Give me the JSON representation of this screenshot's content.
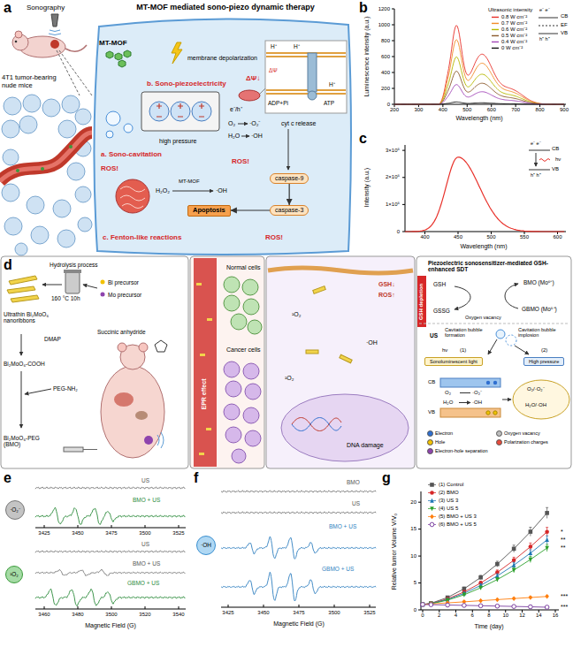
{
  "diagram": {
    "nodes": [
      {
        "text": [
          "caspase-9"
        ]
      },
      {
        "text": [
          "caspase-3"
        ]
      },
      {
        "text": [
          "Apoptosis"
        ]
      },
      {
        "text": [
          "Sonoluminescent light"
        ]
      },
      {
        "text": [
          "High pressure"
        ]
      },
      {
        "text": [
          "·O₂⁻"
        ]
      },
      {
        "text": [
          "¹O₂"
        ]
      },
      {
        "text": [
          "·OH"
        ]
      }
    ],
    "edges": [
      {
        "from": 0,
        "to": 1,
        "arrow": "to"
      },
      {
        "from": 1,
        "to": 2,
        "arrow": "to"
      }
    ],
    "labels": [
      "a",
      "Sonography",
      "4T1 tumor-bearing nude mice",
      "MT-MOF",
      "MT-MOF mediated sono-piezo dynamic therapy",
      "membrane depolarization",
      "b. Sono-piezoelectricity",
      "ΔΨ↓",
      "H⁺",
      "H⁺",
      "ΔΨ",
      "H⁺",
      "ADP+Pi",
      "ATP",
      "e⁻/h⁺",
      "O₂",
      "·O₂⁻",
      "H₂O",
      "·OH",
      "cyt c release",
      "high pressure",
      "a. Sono-cavitation",
      "ROS!",
      "ROS!",
      "H₂O₂",
      "MT-MOF",
      "·OH",
      "c. Fenton-like reactions",
      "ROS!",
      "b",
      "Luminescence intensity (a.u.)",
      "0",
      "200",
      "400",
      "600",
      "800",
      "1000",
      "1200",
      "200",
      "300",
      "400",
      "500",
      "600",
      "700",
      "800",
      "900",
      "Wavelength (nm)",
      "Ultrasonic intensity",
      "CB",
      "EF",
      "VB",
      "e⁻ e⁻",
      "h⁺ h⁺",
      "c",
      "Intensity (a.u.)",
      "0",
      "1×10⁵",
      "2×10⁵",
      "3×10⁵",
      "400",
      "450",
      "500",
      "550",
      "600",
      "Wavelength (nm)",
      "CB",
      "VB",
      "e⁻ e⁻",
      "h⁺ h⁺",
      "hν",
      "d",
      "Hydrolysis process",
      "160 °C 10h",
      "Bi precursor",
      "Mo precursor",
      "Ultrathin Bi₂MoO₆ nanoribbons",
      "DMAP",
      "Succinic anhydride",
      "Bi₂MoO₆-COOH",
      "PEG-NH₂",
      "Bi₂MoO₆-PEG (BMO)",
      "EPR effect",
      "Normal cells",
      "Cancer cells",
      "GSH↓",
      "ROS↑",
      "¹O₂",
      "·OH",
      "¹O₂",
      "DNA damage",
      "Piezoelectric sonosensitizer-mediated GSH-enhanced SDT",
      "GSH depletion",
      "GSH",
      "GSSG",
      "BMO (Mo⁶⁺)",
      "GBMO (Mo⁵⁺)",
      "Oxygen vacancy",
      "US",
      "Cavitation bubble formation",
      "Cavitation bubble implosion",
      "(1)",
      "(2)",
      "hν",
      "CB",
      "VB",
      "O₂",
      "·O₂⁻",
      "H₂O",
      "·OH",
      "O₂/·O₂⁻",
      "H₂O/·OH",
      "e",
      "US",
      "BMO + US",
      "3425",
      "3450",
      "3475",
      "3500",
      "3525",
      "US",
      "BMO + US",
      "GBMO + US",
      "3460",
      "3480",
      "3500",
      "3520",
      "3540",
      "Magnetic Field (G)",
      "f",
      "BMO",
      "US",
      "BMO + US",
      "GBMO + US",
      "3425",
      "3450",
      "3475",
      "3500",
      "3525",
      "Magnetic Field (G)",
      "g",
      "Relative tumor Volume V/V₀",
      "0",
      "5",
      "10",
      "15",
      "20",
      "0",
      "2",
      "4",
      "6",
      "8",
      "10",
      "12",
      "14",
      "16",
      "Time (day)",
      "*",
      "**",
      "**",
      "***",
      "***"
    ],
    "legend": [
      {
        "text": "0.8 W cm⁻²"
      },
      {
        "text": "0.7 W cm⁻²"
      },
      {
        "text": "0.6 W cm⁻²"
      },
      {
        "text": "0.5 W cm⁻²"
      },
      {
        "text": "0.4 W cm⁻²"
      },
      {
        "text": "0 W cm⁻²"
      },
      {
        "text": "Electron",
        "color": "#2f6fd0"
      },
      {
        "text": "Hole",
        "color": "#f2c200"
      },
      {
        "text": "Electron-hole separation",
        "color": "#8e44ad"
      },
      {
        "text": "Oxygen vacancy",
        "color": "#bdbdbd"
      },
      {
        "text": "Polarization charges",
        "color": "#e74c3c"
      },
      {
        "text": "(1) Control"
      },
      {
        "text": "(2) BMO"
      },
      {
        "text": "(3) US 3"
      },
      {
        "text": "(4) US 5"
      },
      {
        "text": "(5) BMO + US 3"
      },
      {
        "text": "(6) BMO + US 5"
      }
    ]
  }
}
